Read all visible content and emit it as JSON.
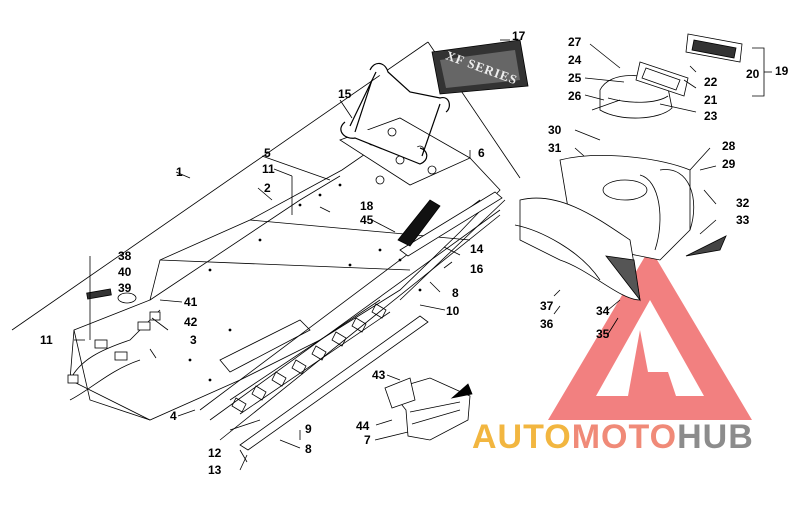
{
  "diagram": {
    "callouts": [
      {
        "id": "c1",
        "label": "1"
      },
      {
        "id": "c2",
        "label": "2"
      },
      {
        "id": "c3",
        "label": "3"
      },
      {
        "id": "c4",
        "label": "4"
      },
      {
        "id": "c5",
        "label": "5"
      },
      {
        "id": "c6",
        "label": "6"
      },
      {
        "id": "c7",
        "label": "7"
      },
      {
        "id": "c8a",
        "label": "8"
      },
      {
        "id": "c8b",
        "label": "8"
      },
      {
        "id": "c9",
        "label": "9"
      },
      {
        "id": "c10",
        "label": "10"
      },
      {
        "id": "c11a",
        "label": "11"
      },
      {
        "id": "c11b",
        "label": "11"
      },
      {
        "id": "c12",
        "label": "12"
      },
      {
        "id": "c13",
        "label": "13"
      },
      {
        "id": "c14",
        "label": "14"
      },
      {
        "id": "c15",
        "label": "15"
      },
      {
        "id": "c16",
        "label": "16"
      },
      {
        "id": "c17",
        "label": "17"
      },
      {
        "id": "c18",
        "label": "18"
      },
      {
        "id": "c19",
        "label": "19"
      },
      {
        "id": "c20",
        "label": "20"
      },
      {
        "id": "c21",
        "label": "21"
      },
      {
        "id": "c22",
        "label": "22"
      },
      {
        "id": "c23",
        "label": "23"
      },
      {
        "id": "c24",
        "label": "24"
      },
      {
        "id": "c25",
        "label": "25"
      },
      {
        "id": "c26",
        "label": "26"
      },
      {
        "id": "c27",
        "label": "27"
      },
      {
        "id": "c28",
        "label": "28"
      },
      {
        "id": "c29",
        "label": "29"
      },
      {
        "id": "c30",
        "label": "30"
      },
      {
        "id": "c31",
        "label": "31"
      },
      {
        "id": "c32",
        "label": "32"
      },
      {
        "id": "c33",
        "label": "33"
      },
      {
        "id": "c34",
        "label": "34"
      },
      {
        "id": "c35",
        "label": "35"
      },
      {
        "id": "c36",
        "label": "36"
      },
      {
        "id": "c37",
        "label": "37"
      },
      {
        "id": "c38",
        "label": "38"
      },
      {
        "id": "c39",
        "label": "39"
      },
      {
        "id": "c40",
        "label": "40"
      },
      {
        "id": "c41",
        "label": "41"
      },
      {
        "id": "c42",
        "label": "42"
      },
      {
        "id": "c43",
        "label": "43"
      },
      {
        "id": "c44",
        "label": "44"
      },
      {
        "id": "c45",
        "label": "45"
      }
    ],
    "decal_text": "XF SERIES"
  },
  "watermark": {
    "part1": "AUTO",
    "part2": "MOTO",
    "part3": "HUB",
    "colors": {
      "auto": "#f2b640",
      "moto": "#f08a78",
      "hub": "#8c8c8c",
      "triangle": "#f06a6a"
    }
  }
}
